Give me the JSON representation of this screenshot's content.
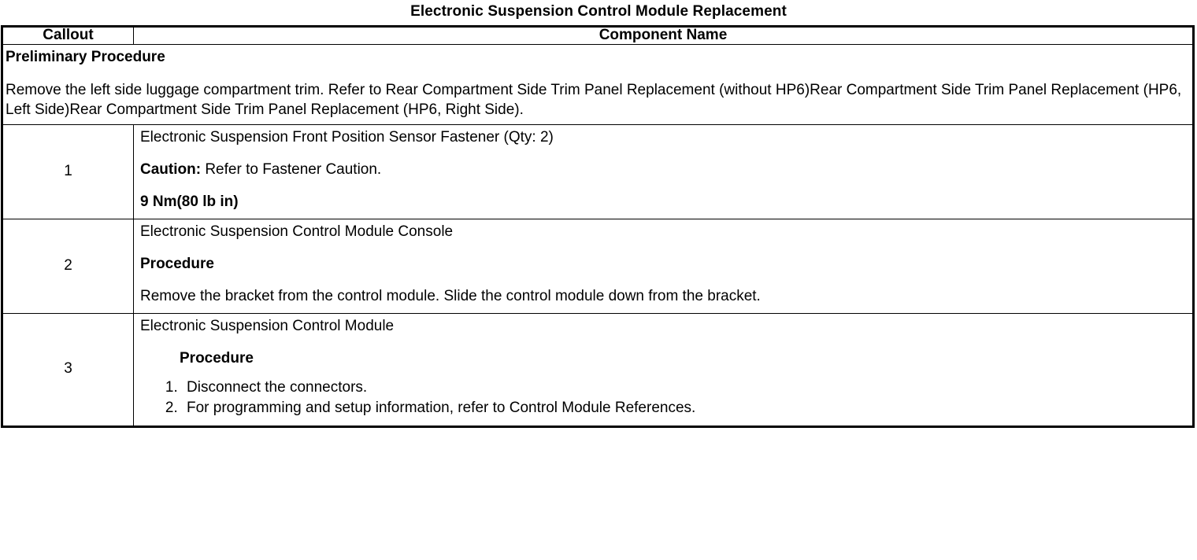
{
  "document": {
    "title": "Electronic Suspension Control Module Replacement"
  },
  "table": {
    "headers": {
      "callout": "Callout",
      "component": "Component Name"
    },
    "preliminary": {
      "heading": "Preliminary Procedure",
      "text": "Remove the left side luggage compartment trim. Refer to Rear Compartment Side Trim Panel Replacement (without HP6)Rear Compartment Side Trim Panel Replacement (HP6, Left Side)Rear Compartment Side Trim Panel Replacement (HP6, Right Side)."
    },
    "rows": [
      {
        "callout": "1",
        "name": "Electronic Suspension Front Position Sensor Fastener (Qty: 2)",
        "caution_label": "Caution:",
        "caution_text": " Refer to Fastener Caution.",
        "torque": "9 Nm(80 lb in)"
      },
      {
        "callout": "2",
        "name": "Electronic Suspension Control Module Console",
        "procedure_heading": "Procedure",
        "procedure_text": "Remove the bracket from the control module. Slide the control module down from the bracket."
      },
      {
        "callout": "3",
        "name": "Electronic Suspension Control Module",
        "procedure_heading": "Procedure",
        "steps": [
          "Disconnect the connectors.",
          "For programming and setup information, refer to Control Module References."
        ]
      }
    ]
  },
  "colors": {
    "text": "#000000",
    "background": "#ffffff",
    "border": "#000000"
  }
}
